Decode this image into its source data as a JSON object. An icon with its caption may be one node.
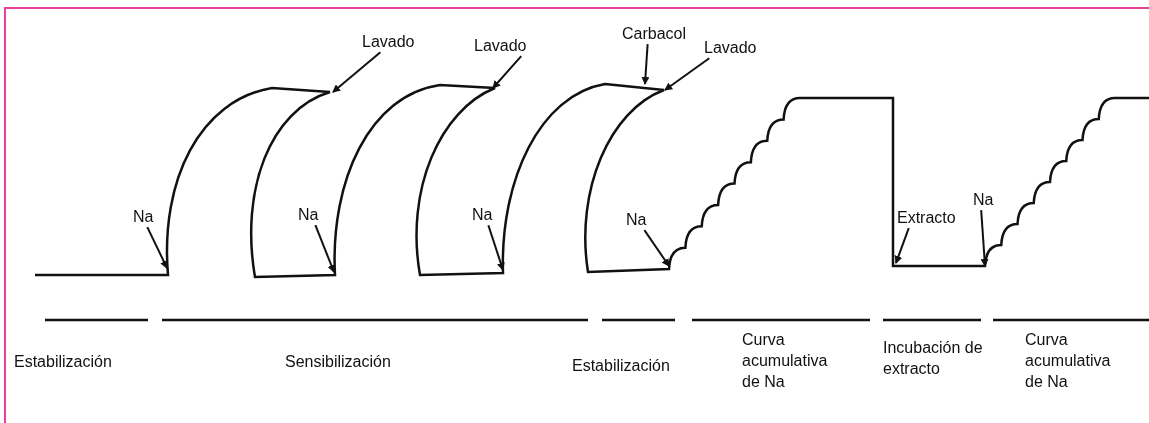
{
  "diagram": {
    "nodes": [
      {
        "text": [
          "Lavado"
        ]
      },
      {
        "text": [
          "Lavado"
        ]
      },
      {
        "text": [
          "Carbacol"
        ]
      },
      {
        "text": [
          "Lavado"
        ]
      },
      {
        "text": [
          "Na"
        ]
      },
      {
        "text": [
          "Na"
        ]
      },
      {
        "text": [
          "Na"
        ]
      },
      {
        "text": [
          "Na"
        ]
      },
      {
        "text": [
          "Extracto"
        ]
      },
      {
        "text": [
          "Na"
        ]
      }
    ],
    "edges": [
      {
        "from": 0,
        "to": null,
        "arrow": "to"
      },
      {
        "from": 1,
        "to": null,
        "arrow": "to"
      },
      {
        "from": 2,
        "to": null,
        "arrow": "to"
      },
      {
        "from": 3,
        "to": null,
        "arrow": "to"
      },
      {
        "from": 4,
        "to": null,
        "arrow": "to"
      },
      {
        "from": 5,
        "to": null,
        "arrow": "to"
      },
      {
        "from": 6,
        "to": null,
        "arrow": "to"
      },
      {
        "from": 7,
        "to": null,
        "arrow": "to"
      },
      {
        "from": 8,
        "to": null,
        "arrow": "to"
      },
      {
        "from": 9,
        "to": null,
        "arrow": "to"
      }
    ],
    "labels": [
      "Estabilización",
      "Sensibilización",
      "Estabilización",
      "Curva acumulativa de Na",
      "Incubación de extracto",
      "Curva acumulativa de Na"
    ]
  }
}
